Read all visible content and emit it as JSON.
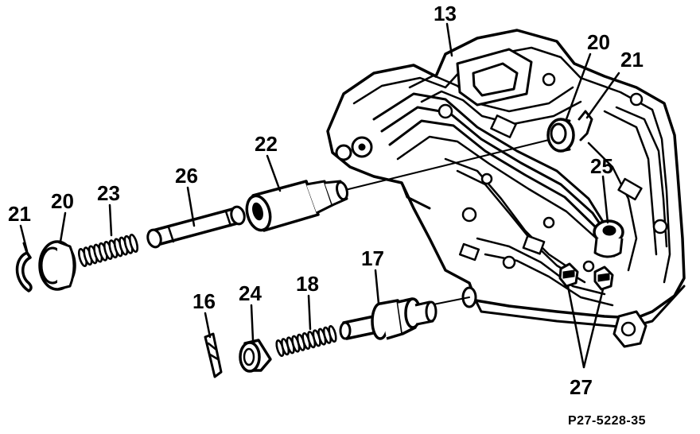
{
  "labels": {
    "p13": "13",
    "p20_body": "20",
    "p21_body": "21",
    "p22": "22",
    "p26": "26",
    "p25": "25",
    "p21_left": "21",
    "p20_left": "20",
    "p23": "23",
    "p17": "17",
    "p16": "16",
    "p24": "24",
    "p18": "18",
    "p27": "27"
  },
  "reference_code": "P27-5228-35"
}
